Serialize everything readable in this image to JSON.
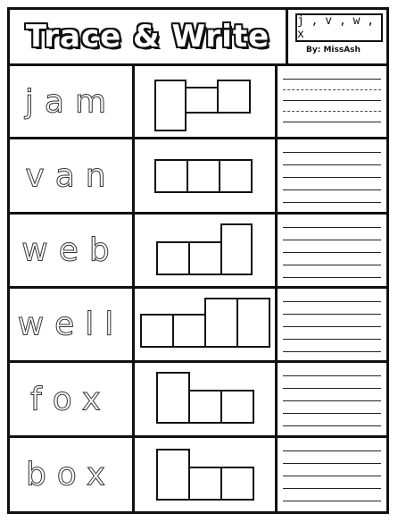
{
  "header": {
    "title": "Trace & Write",
    "letters": "j , v , w , x",
    "author": "By: MissAsh"
  },
  "rows": [
    {
      "word": "jam"
    },
    {
      "word": "van"
    },
    {
      "word": "web"
    },
    {
      "word": "well"
    },
    {
      "word": "fox"
    },
    {
      "word": "box"
    }
  ]
}
